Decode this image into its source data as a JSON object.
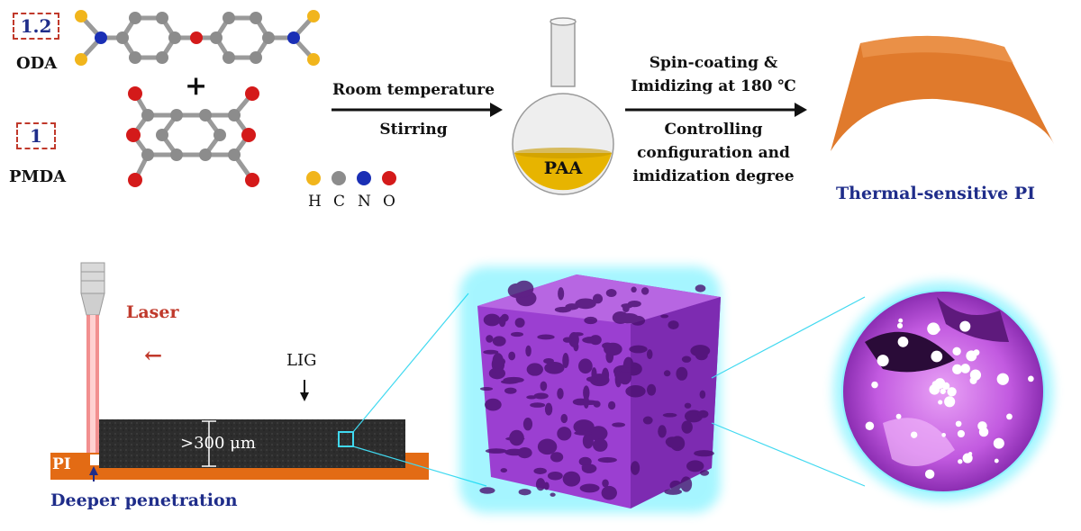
{
  "reaction": {
    "oda_ratio": "1.2",
    "oda_label": "ODA",
    "plus": "+",
    "pmda_ratio": "1",
    "pmda_label": "PMDA",
    "legend": [
      "H",
      "C",
      "N",
      "O"
    ],
    "legend_colors": [
      "#f1b51c",
      "#8c8c8c",
      "#1a2fb5",
      "#d41a1a"
    ]
  },
  "step1": {
    "line1": "Room temperature",
    "line2": "Stirring"
  },
  "flask": {
    "label": "PAA",
    "liquid_color": "#e7b400"
  },
  "step2": {
    "line1": "Spin-coating  &",
    "line2": "Imidizing at 180 ℃",
    "line3": "Controlling",
    "line4": "configuration and",
    "line5": "imidization degree"
  },
  "film": {
    "caption": "Thermal-sensitive PI",
    "color": "#e07a2c"
  },
  "laser": {
    "label": "Laser",
    "direction_arrow": "←",
    "lig_label": "LIG",
    "thickness": ">300 μm",
    "substrate_label": "PI",
    "penetration_label": "Deeper penetration",
    "substrate_color": "#e36b14"
  },
  "foam": {
    "color": "#a64ad6",
    "glow": "#00e5ff"
  }
}
